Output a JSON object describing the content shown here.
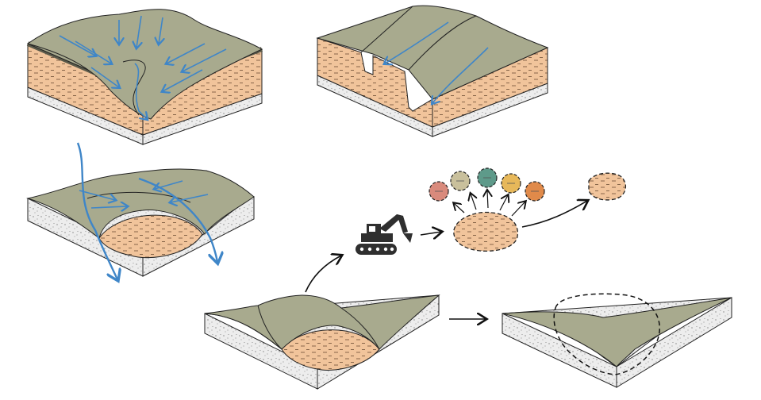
{
  "diagram": {
    "labels": [],
    "panels": [
      {
        "name": "valley-catchment-block",
        "icon": "valley-drainage-block"
      },
      {
        "name": "terraced-slope-block",
        "icon": "stepped-terrace-block"
      },
      {
        "name": "capped-landfill-block",
        "icon": "cap-with-diverted-runoff"
      },
      {
        "name": "landfill-cross-section-block",
        "icon": "landfill-before-excavation"
      },
      {
        "name": "excavator-icon",
        "icon": "excavator"
      },
      {
        "name": "material-sorting-blob",
        "icon": "excavated-material"
      },
      {
        "name": "reused-material-blob",
        "icon": "recovered-material"
      },
      {
        "name": "restored-valley-block",
        "icon": "restored-valley"
      }
    ],
    "sorted_fraction_colors": [
      "#d98a7c",
      "#c9c09c",
      "#5e9a8a",
      "#e7b85a",
      "#e08a4a"
    ],
    "colors": {
      "ground_top": "#a8aa8e",
      "soil_fill": "#f1c49b",
      "bedrock": "#ededed",
      "water_flow": "#3f86c8",
      "outline": "#2a2a2a"
    }
  }
}
